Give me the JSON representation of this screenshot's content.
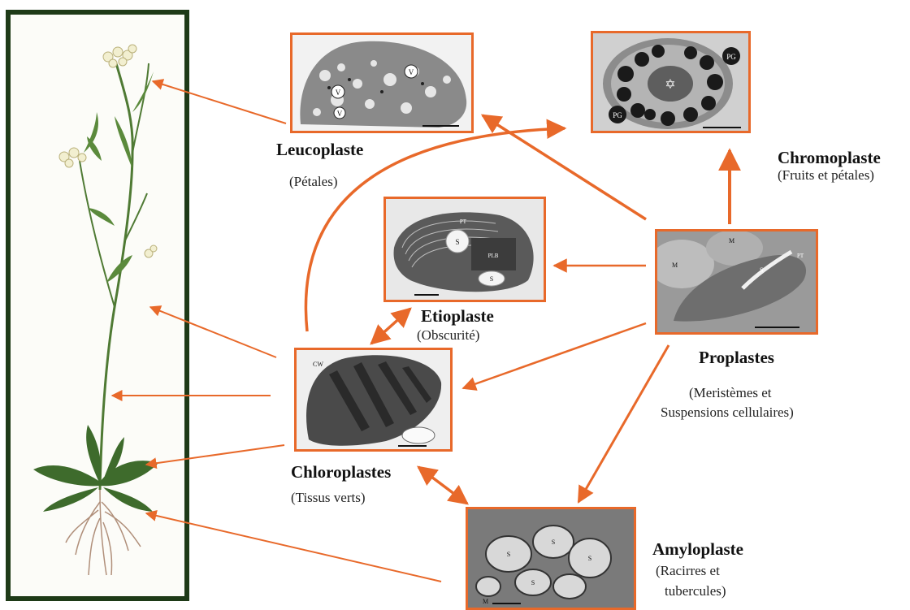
{
  "colors": {
    "arrow": "#e8692a",
    "frame": "#1e3a17",
    "micro_border": "#e8692a"
  },
  "plastids": {
    "leucoplaste": {
      "title": "Leucoplaste",
      "subtitle": "(Pétales)",
      "micro_labels": [
        "V",
        "V",
        "V"
      ]
    },
    "chromoplaste": {
      "title": "Chromoplaste",
      "subtitle": "(Fruits et pétales)",
      "micro_labels": [
        "PG",
        "PG"
      ]
    },
    "etioplaste": {
      "title": "Etioplaste",
      "subtitle": "(Obscurité)",
      "micro_labels": [
        "PT",
        "S",
        "PLB",
        "S"
      ]
    },
    "proplastes": {
      "title": "Proplastes",
      "subtitle_line1": "(Meristèmes  et",
      "subtitle_line2": "Suspensions cellulaires)",
      "micro_labels": [
        "M",
        "M",
        "S",
        "PT"
      ]
    },
    "chloroplastes": {
      "title": "Chloroplastes",
      "subtitle": "(Tissus verts)",
      "micro_labels": [
        "CW"
      ]
    },
    "amyloplaste": {
      "title": "Amyloplaste",
      "subtitle_line1": "(Racirres et",
      "subtitle_line2": "tubercules)",
      "micro_labels": [
        "S",
        "S",
        "S",
        "S",
        "M"
      ]
    }
  }
}
